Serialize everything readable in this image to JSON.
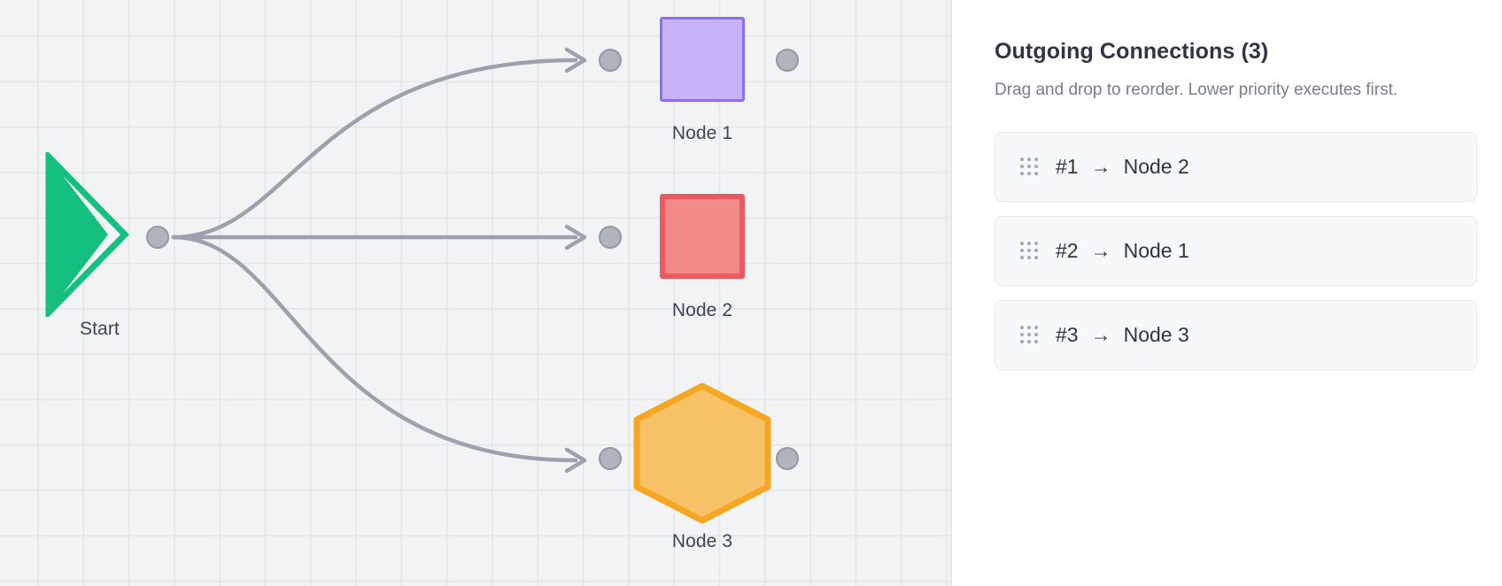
{
  "canvas": {
    "grid_enabled": true,
    "background_color": "#f1f3f4",
    "grid_color": "#e3e5e7",
    "nodes": [
      {
        "id": "start",
        "label": "Start",
        "shape": "triangle",
        "color": "#15bf7e",
        "ports": [
          "output"
        ]
      },
      {
        "id": "node-1",
        "label": "Node 1",
        "shape": "square",
        "fill": "#c6b2f7",
        "stroke": "#8f6df0",
        "ports": [
          "input",
          "output"
        ],
        "selected": false
      },
      {
        "id": "node-2",
        "label": "Node 2",
        "shape": "square",
        "fill": "#f28a8a",
        "stroke": "#ea5a5e",
        "selection_ring": "#a794f2",
        "ports": [
          "input"
        ],
        "selected": true
      },
      {
        "id": "node-3",
        "label": "Node 3",
        "shape": "hexagon",
        "fill": "#f6c167",
        "stroke": "#f5a623",
        "ports": [
          "input",
          "output"
        ],
        "selected": false
      }
    ],
    "edges": [
      {
        "from": "start",
        "to": "node-1",
        "color": "#9ba1ad"
      },
      {
        "from": "start",
        "to": "node-2",
        "color": "#9ba1ad"
      },
      {
        "from": "start",
        "to": "node-3",
        "color": "#9ba1ad"
      }
    ]
  },
  "panel": {
    "title": "Outgoing Connections (3)",
    "subtitle": "Drag and drop to reorder. Lower priority executes first.",
    "connections": [
      {
        "index": "#1",
        "arrow": "→",
        "target": "Node 2",
        "handle_icon": "drag-handle-icon"
      },
      {
        "index": "#2",
        "arrow": "→",
        "target": "Node 1",
        "handle_icon": "drag-handle-icon"
      },
      {
        "index": "#3",
        "arrow": "→",
        "target": "Node 3",
        "handle_icon": "drag-handle-icon"
      }
    ]
  }
}
